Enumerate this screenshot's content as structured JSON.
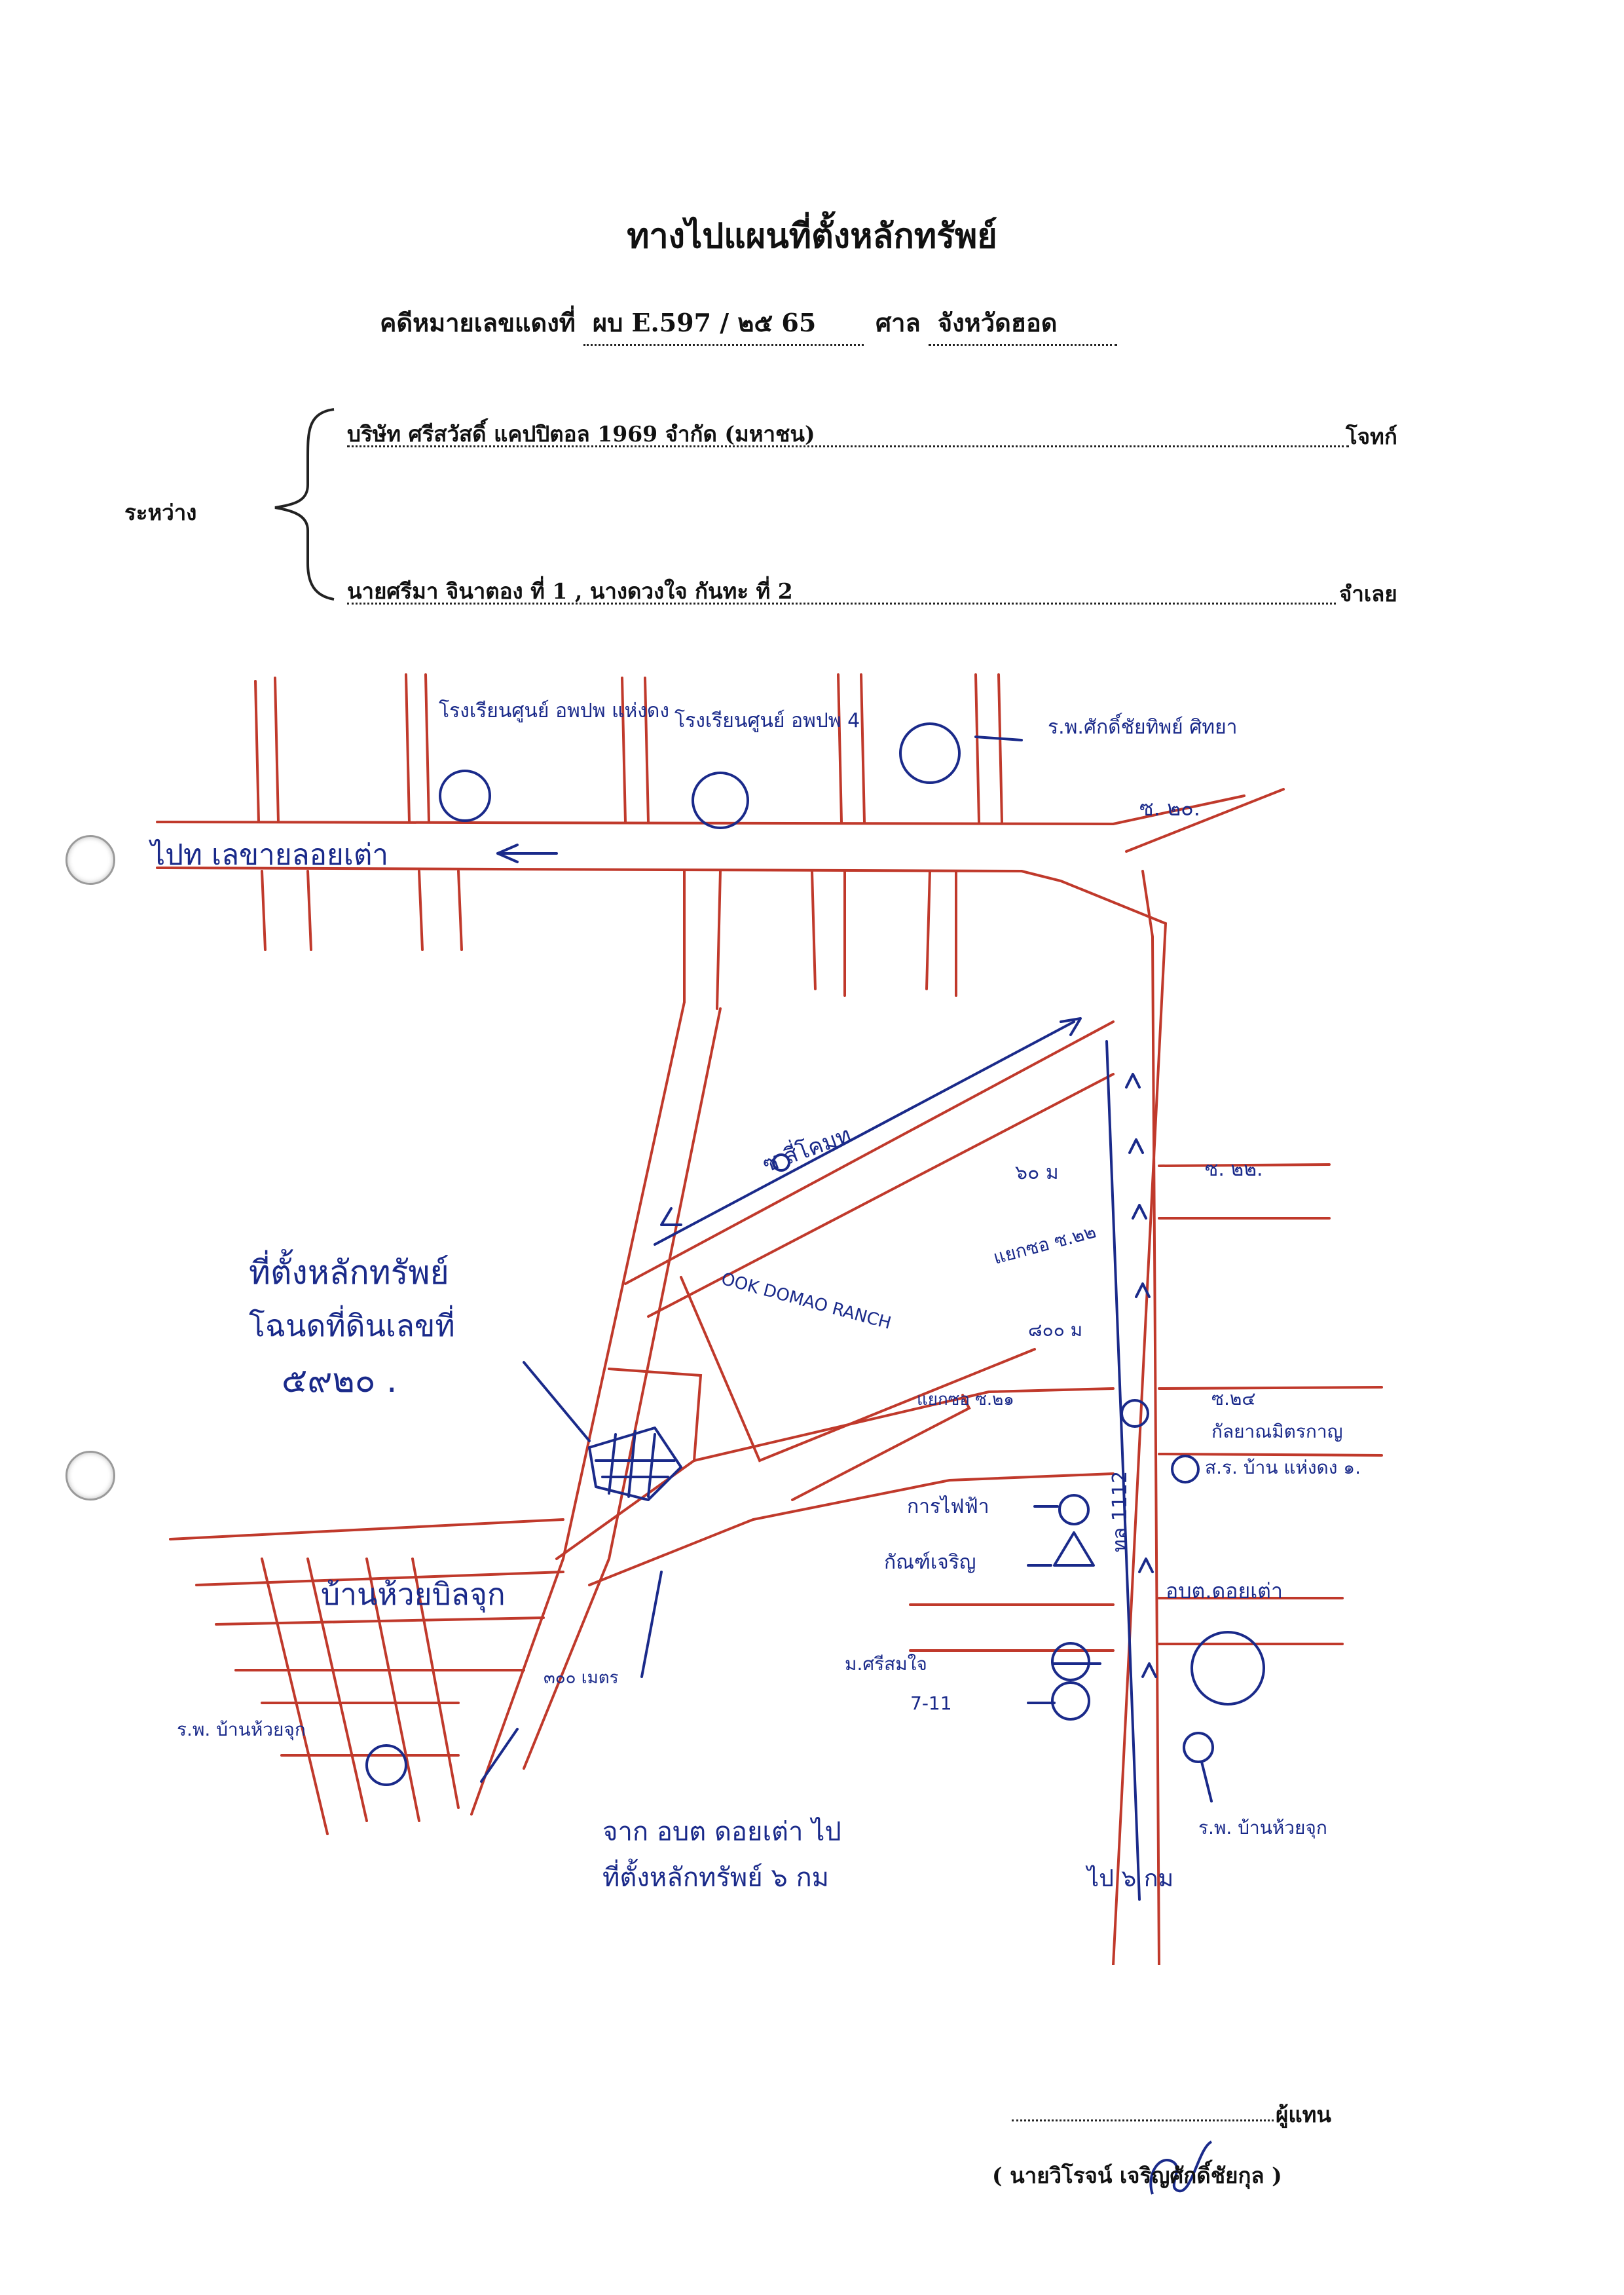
{
  "document": {
    "title": "ทางไปแผนที่ตั้งหลักทรัพย์",
    "case_label": "คดีหมายเลขแดงที่",
    "case_number": "ผบ E.597 / ๒๕ 65",
    "court_label": "ศาล",
    "court_name": "จังหวัดฮอด",
    "between_label": "ระหว่าง",
    "plaintiff": "บริษัท ศรีสวัสดิ์ แคปปิตอล 1969 จำกัด (มหาชน)",
    "plaintiff_role": "โจทก์",
    "defendant": "นายศรีมา จินาตอง ที่ 1 , นางดวงใจ กันทะ ที่ 2",
    "defendant_role": "จำเลย",
    "representative_label": "ผู้แทน",
    "representative_name": "( นายวิโรจน์ เจริญศักดิ์ชัยกุล )"
  },
  "map": {
    "labels": {
      "school_left": "โรงเรียนศูนย์ อพปพ แห่งดง",
      "school_mid": "โรงเรียนศูนย์ อพปพ 4",
      "hospital_top": "ร.พ.ศักดิ์ชัยทิพย์ ศิทยา",
      "road_top_right": "ซ. ๒๐.",
      "road_left": "ไปท เลขายลอยเต่า",
      "road_diag": "ซ สี่โคมท",
      "dist_60": "๖๐ ม",
      "soi_mid": "แยกซอ ซ.๒๒",
      "road_right_mid": "ซ. ๒๒.",
      "sign_ok": "OOK DOMAO RANCH",
      "dist_800": "๘๐๐ ม",
      "property_label_1": "ที่ตั้งหลักทรัพย์",
      "property_label_2": "โฉนดที่ดินเลขที่",
      "property_label_3": "๕๙๒๐ .",
      "soi_21": "แยกซอ ซ.๒๑",
      "road_21_right": "ซ.๒๔",
      "temple_right": "กัลยาณมิตรกาญ",
      "school_right": "ส.ร. บ้าน แห่งดง ๑.",
      "electric": "การไฟฟ้า",
      "police": "กัณฑ์เจริญ",
      "district_office": "อบต.ดอยเต่า",
      "village": "บ้านห้วยบิลจุก",
      "dist_300": "๓๐๐ เมตร",
      "hospital_left": "ร.พ. บ้านห้วยจุก",
      "shop_1": "ม.ศรีสมใจ",
      "shop_2": "7-11",
      "hospital_right": "ร.พ. บ้านห้วยจุก",
      "highway": "ทล 1112",
      "note_1": "จาก อบต ดอยเต่า ไป",
      "note_2": "ที่ตั้งหลักทรัพย์ ๖ กม",
      "note_3": "ไป ๖ กม"
    }
  }
}
